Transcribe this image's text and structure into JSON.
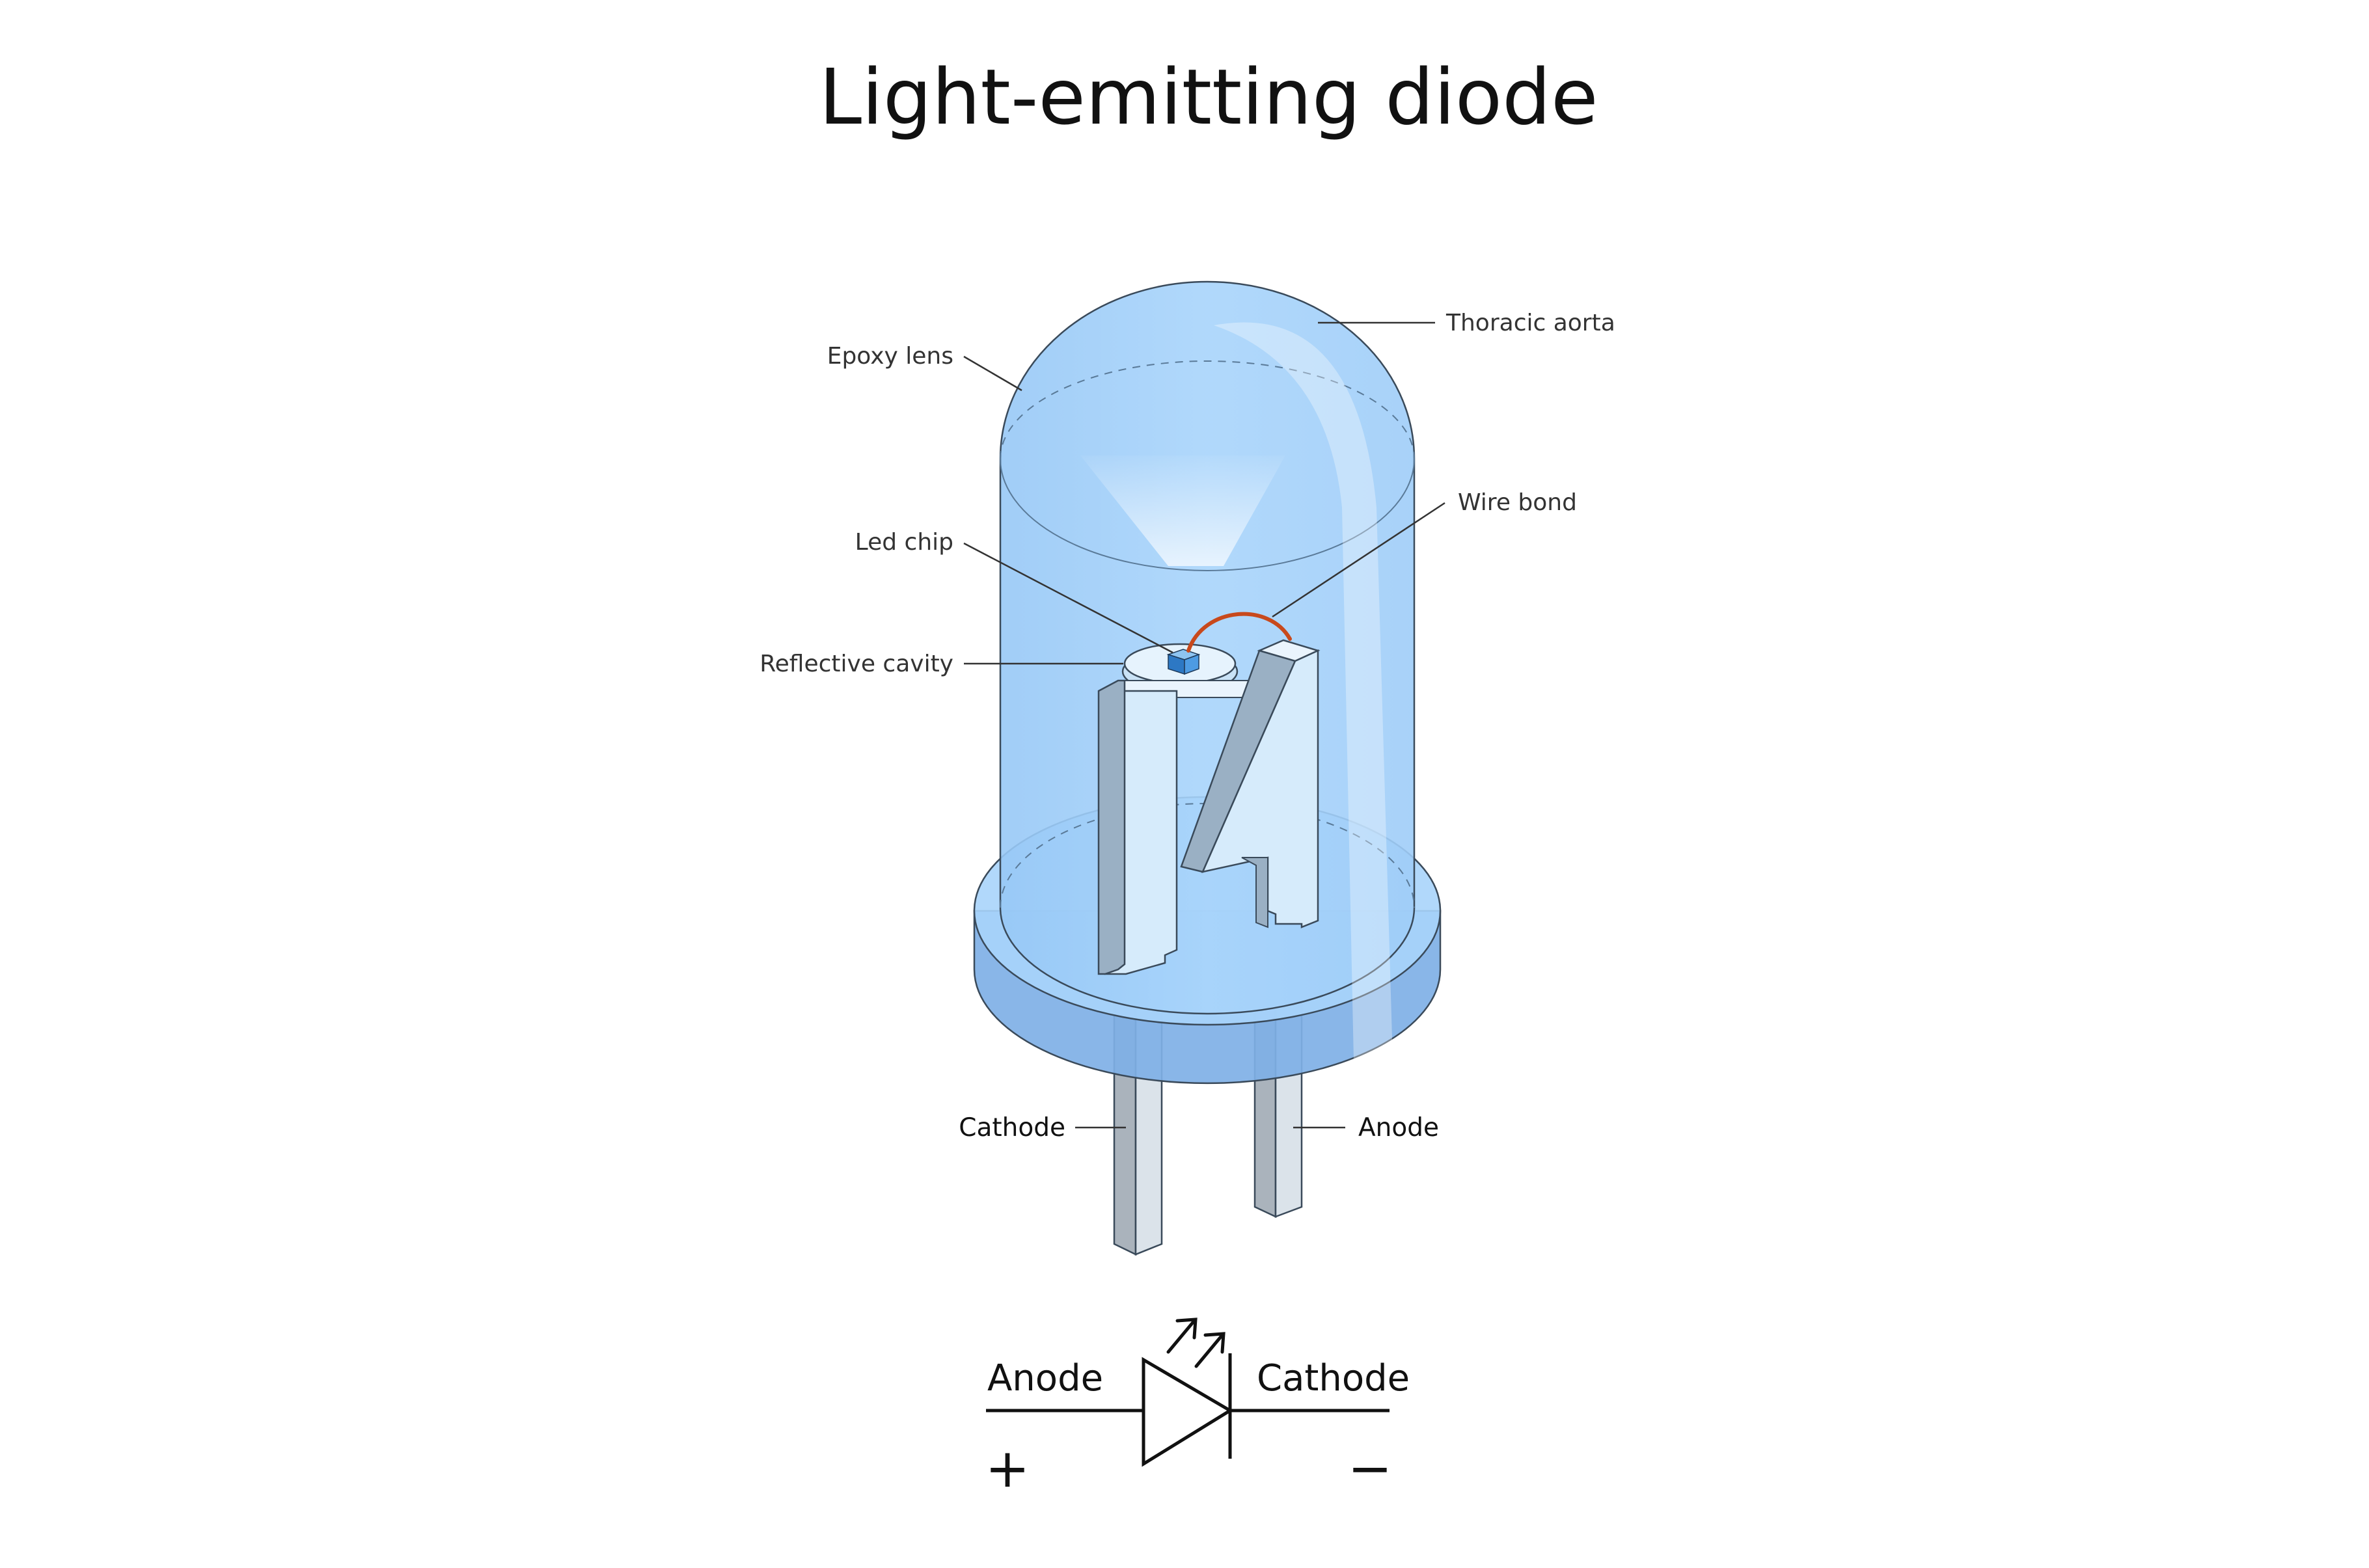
{
  "title": "Light-emitting diode",
  "labels": {
    "epoxy_lens": "Epoxy lens",
    "thoracic_aorta": "Thoracic aorta",
    "wire_bond": "Wire bond",
    "led_chip": "Led chip",
    "reflective_cavity": "Reflective cavity",
    "cathode": "Cathode",
    "anode": "Anode"
  },
  "symbol": {
    "anode": "Anode",
    "cathode": "Cathode",
    "plus": "+",
    "minus": "−"
  },
  "colors": {
    "lens_blue": "#a6d2fa",
    "rim_blue": "#7fb0e6",
    "rim_top": "#a8d4fb",
    "lead_light": "#d6ebfb",
    "lead_dark": "#9ab0c4",
    "pin_light": "#dbe3ea",
    "pin_dark": "#aab3bc",
    "wire": "#c8491c",
    "chip": "#3f8fdc",
    "outline": "#3a4a5a"
  }
}
